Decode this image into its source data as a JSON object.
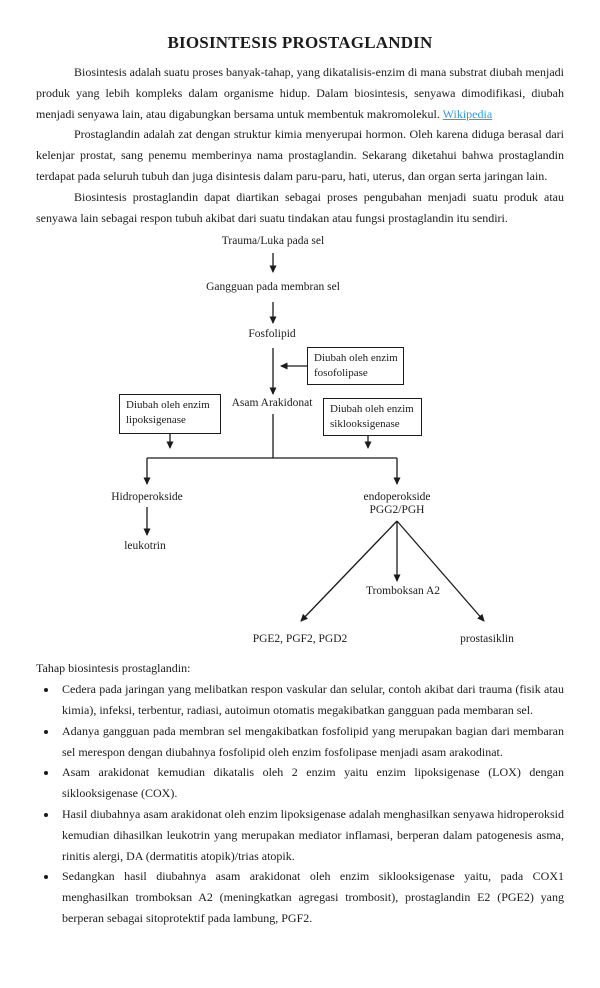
{
  "page": {
    "title": "BIOSINTESIS PROSTAGLANDIN"
  },
  "paragraphs": {
    "p1": "Biosintesis adalah suatu proses banyak-tahap, yang dikatalisis-enzim di mana substrat diubah menjadi produk yang lebih kompleks dalam organisme hidup. Dalam biosintesis, senyawa dimodifikasi, diubah menjadi senyawa lain, atau digabungkan bersama untuk membentuk makromolekul. ",
    "p1_link": "Wikipedia",
    "p2": "Prostaglandin adalah zat dengan struktur kimia menyerupai hormon. Oleh karena diduga berasal dari kelenjar prostat, sang penemu memberinya nama prostaglandin. Sekarang diketahui bahwa prostaglandin terdapat pada seluruh tubuh dan juga disintesis dalam paru-paru, hati, uterus, dan organ serta jaringan lain.",
    "p3": "Biosintesis prostaglandin dapat diartikan sebagai proses pengubahan menjadi suatu produk atau senyawa lain sebagai respon tubuh akibat dari suatu tindakan atau fungsi prostaglandin itu sendiri."
  },
  "diagram": {
    "trauma": "Trauma/Luka pada sel",
    "gangguan": "Gangguan pada membran sel",
    "fosfolipid": "Fosfolipid",
    "box_fosfolipase": "Diubah oleh enzim fosofolipase",
    "asam_arakidonat": "Asam Arakidonat",
    "box_lipoksigenase": "Diubah oleh enzim lipoksigenase",
    "box_siklooksigenase": "Diubah oleh enzim siklooksigenase",
    "hidroperokside": "Hidroperokside",
    "endoperokside": "endoperokside\nPGG2/PGH",
    "leukotrin": "leukotrin",
    "tromboksan_a2": "Tromboksan A2",
    "pge_group": "PGE2, PGF2, PGD2",
    "prostasiklin": "prostasiklin"
  },
  "list": {
    "heading": "Tahap biosintesis prostaglandin:",
    "items": [
      "Cedera pada jaringan yang melibatkan respon vaskular dan selular, contoh akibat dari trauma (fisik atau kimia), infeksi, terbentur, radiasi, autoimun otomatis megakibatkan gangguan pada membaran sel.",
      "Adanya gangguan pada membran sel  mengakibatkan fosfolipid yang merupakan bagian dari membaran sel merespon dengan diubahnya fosfolipid oleh enzim fosfolipase menjadi asam arakodinat.",
      "Asam arakidonat kemudian dikatalis oleh 2 enzim yaitu enzim lipoksigenase (LOX) dengan siklooksigenase (COX).",
      "Hasil diubahnya asam arakidonat oleh enzim lipoksigenase adalah menghasilkan senyawa hidroperoksid kemudian dihasilkan leukotrin yang merupakan mediator inflamasi, berperan dalam patogenesis asma, rinitis alergi, DA (dermatitis atopik)/trias atopik.",
      "Sedangkan hasil diubahnya asam arakidonat oleh enzim siklooksigenase yaitu, pada COX1 menghasilkan tromboksan A2 (meningkatkan agregasi trombosit), prostaglandin E2 (PGE2) yang berperan sebagai sitoprotektif pada lambung, PGF2."
    ]
  },
  "colors": {
    "link_blue": "#27A0E5",
    "text": "#1b1b1b"
  }
}
